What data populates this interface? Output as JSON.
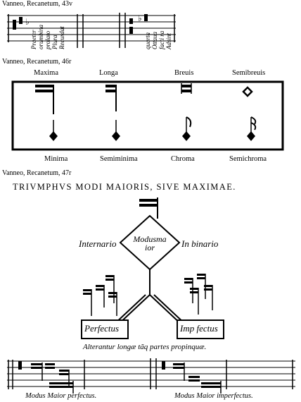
{
  "captions": [
    "Vanneo, Recanetum, 43v",
    "Vanneo, Recanetum, 46r",
    "Vanneo, Recanetum, 47r"
  ],
  "fig1": {
    "left_words": [
      "Praeter",
      "orumbina",
      "prolato",
      "Plura",
      "Recurdat"
    ],
    "right_words": [
      "quarta",
      "Ottaua",
      "facti ra",
      "Adsint"
    ]
  },
  "fig2": {
    "upper_labels": [
      "Maxima",
      "Longa",
      "Breuis",
      "Semibreuis"
    ],
    "lower_labels": [
      "Minima",
      "Semiminima",
      "Chroma",
      "Semichroma"
    ]
  },
  "fig3": {
    "title": "TRIVMPHVS MODI MAIORIS, SIVE MAXIMAE.",
    "center_lines": [
      "Modusma",
      "ior"
    ],
    "left_label": "Internario",
    "right_label": "In binario",
    "box_left": "Perfectus",
    "box_right": "Imp fectus",
    "footnote": "Alterantur longæ tãq partes propinquæ.",
    "bottom_left": "Modus Maior perfectus.",
    "bottom_right": "Modus Maior imperfectus."
  }
}
